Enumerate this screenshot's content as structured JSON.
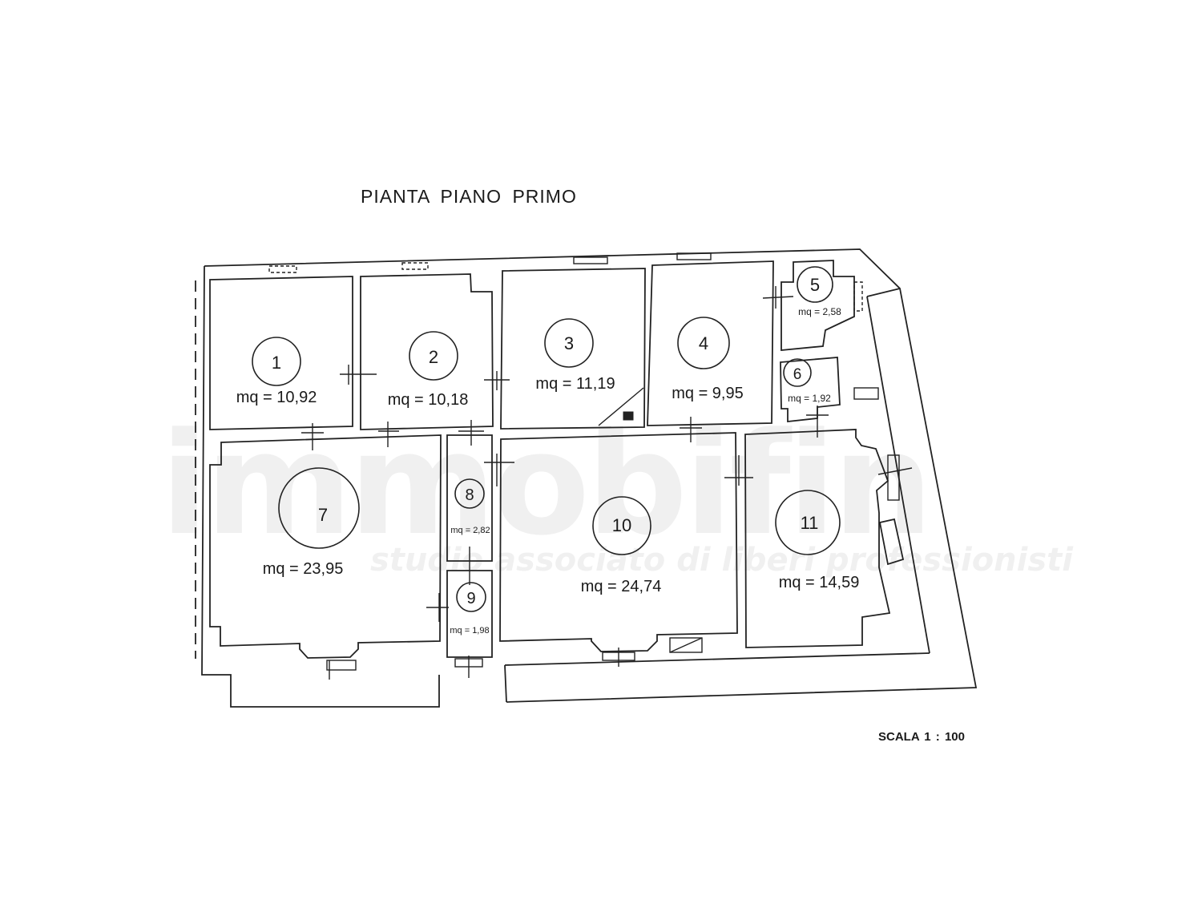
{
  "title": "PIANTA  PIANO  PRIMO",
  "scale": "SCALA  1 : 100",
  "watermark": {
    "brand": "immobifin",
    "tagline": "studio associato di liberi professionisti"
  },
  "rooms": [
    {
      "number": "1",
      "area": "mq = 10,92"
    },
    {
      "number": "2",
      "area": "mq = 10,18"
    },
    {
      "number": "3",
      "area": "mq = 11,19"
    },
    {
      "number": "4",
      "area": "mq = 9,95"
    },
    {
      "number": "5",
      "area": "mq = 2,58"
    },
    {
      "number": "6",
      "area": "mq = 1,92"
    },
    {
      "number": "7",
      "area": "mq = 23,95"
    },
    {
      "number": "8",
      "area": "mq = 2,82"
    },
    {
      "number": "9",
      "area": "mq = 1,98"
    },
    {
      "number": "10",
      "area": "mq = 24,74"
    },
    {
      "number": "11",
      "area": "mq = 14,59"
    }
  ]
}
